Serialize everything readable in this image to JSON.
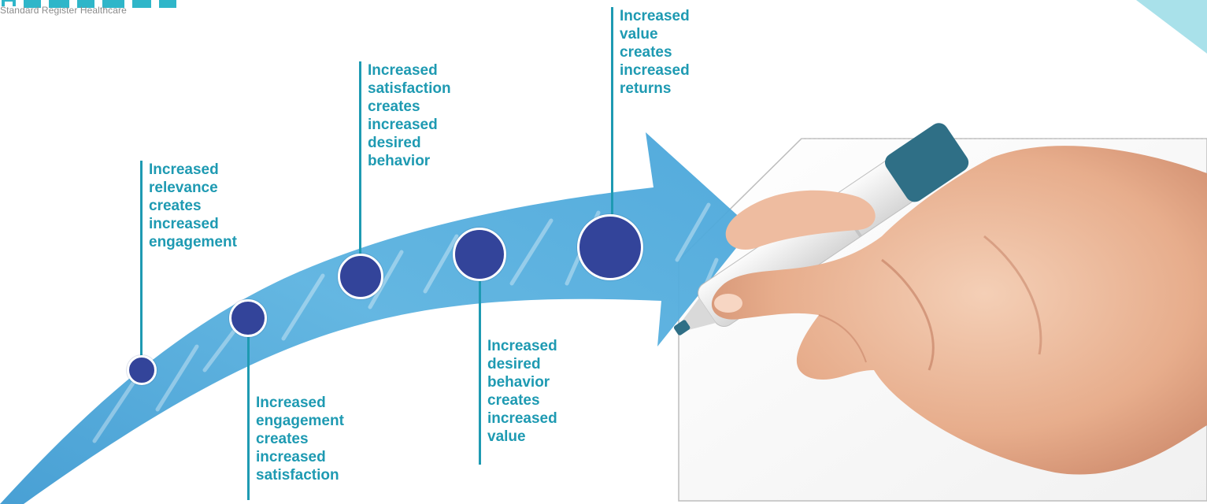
{
  "brand": {
    "caption": "Standard Register Healthcare"
  },
  "colors": {
    "accent_teal": "#1e9ab2",
    "arrow_blue": "#5aafdc",
    "dot_navy": "#33449a",
    "corner_cyan": "#a9e1ea"
  },
  "diagram": {
    "stages": [
      {
        "id": "relevance",
        "lines": [
          "Increased",
          "relevance",
          "creates",
          "increased",
          "engagement"
        ]
      },
      {
        "id": "engagement",
        "lines": [
          "Increased",
          "engagement",
          "creates",
          "increased",
          "satisfaction"
        ]
      },
      {
        "id": "satisfaction",
        "lines": [
          "Increased",
          "satisfaction",
          "creates",
          "increased",
          "desired",
          "behavior"
        ]
      },
      {
        "id": "desired-behavior",
        "lines": [
          "Increased",
          "desired",
          "behavior",
          "creates",
          "increased",
          "value"
        ]
      },
      {
        "id": "value",
        "lines": [
          "Increased",
          "value",
          "creates",
          "increased",
          "returns"
        ]
      }
    ]
  },
  "illustration": {
    "subject": "hand-holding-marker-icon"
  }
}
